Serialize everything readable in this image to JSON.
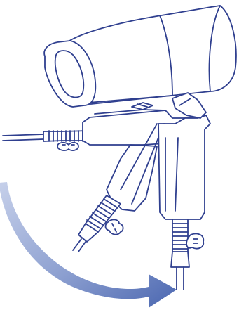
{
  "diagram": {
    "subject": "hair-dryer-folding-handle",
    "colors": {
      "outline": "#2f3f8f",
      "fill": "#ffffff",
      "arrow_start": "#b7c4e2",
      "arrow_end": "#4a66b0"
    },
    "motion": {
      "type": "rotation",
      "direction": "clockwise-down"
    }
  }
}
